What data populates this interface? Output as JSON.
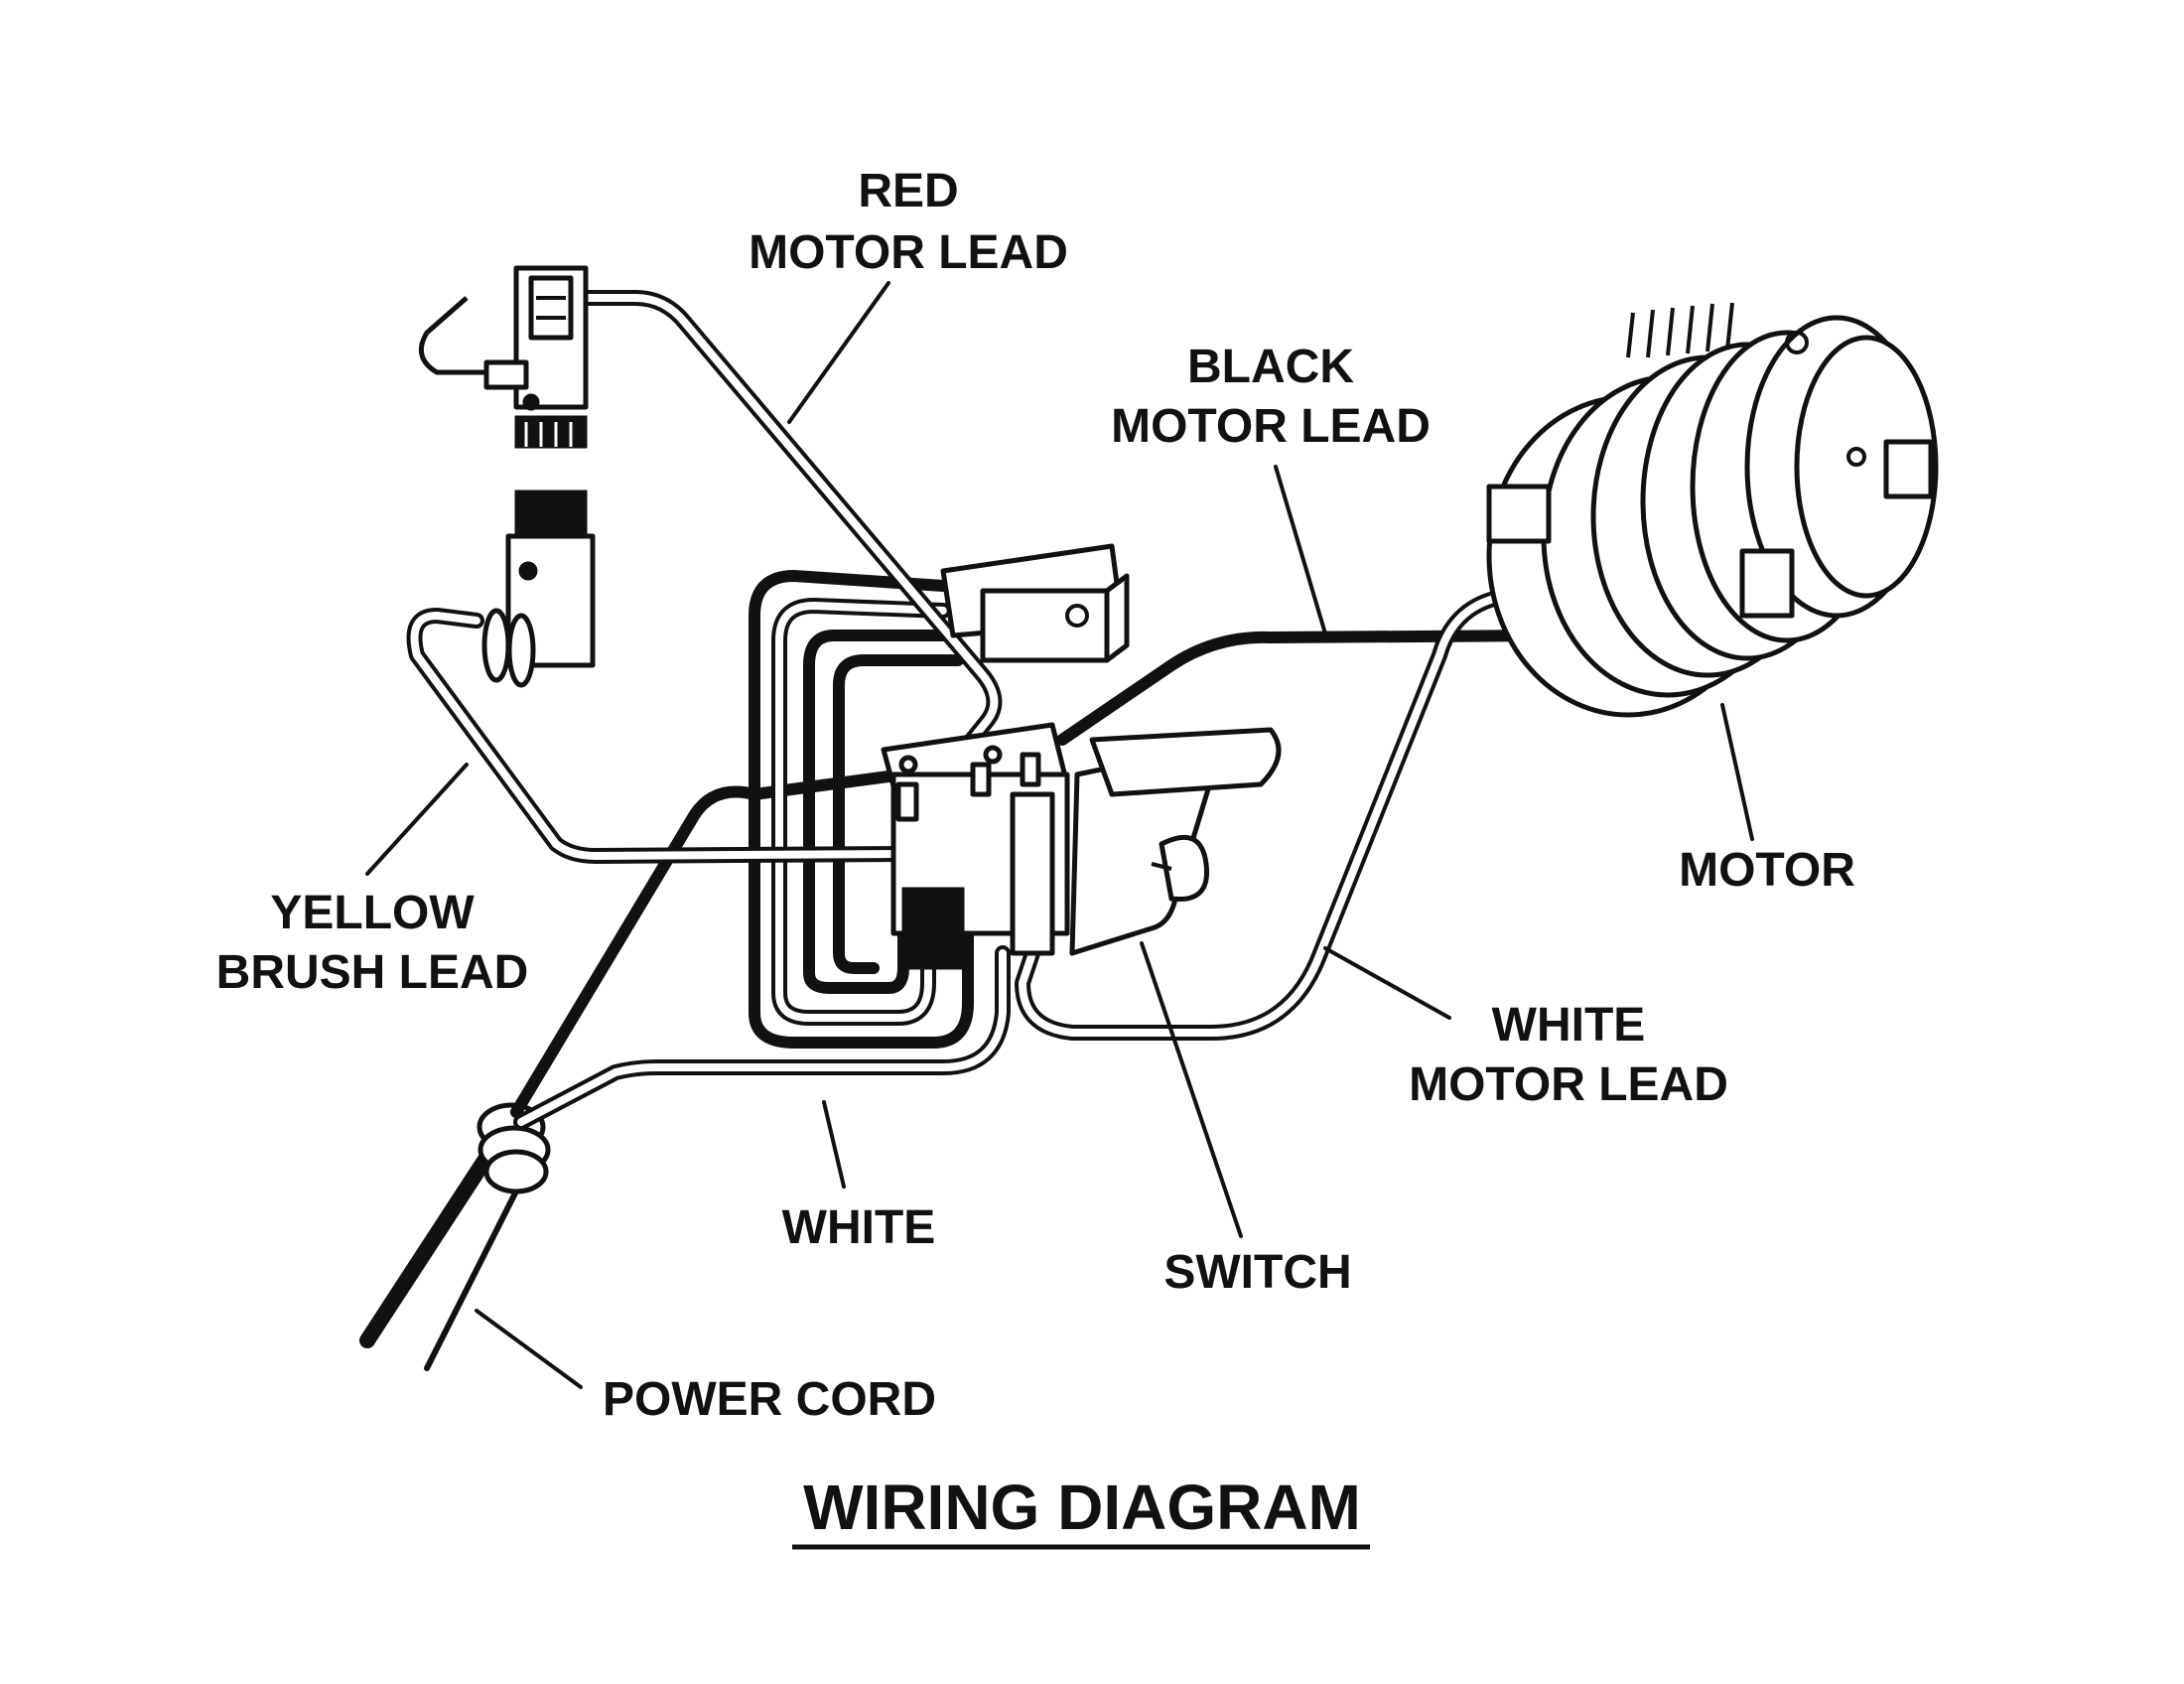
{
  "labels": {
    "red_line1": "RED",
    "red_line2": "MOTOR LEAD",
    "black_line1": "BLACK",
    "black_line2": "MOTOR LEAD",
    "yellow_line1": "YELLOW",
    "yellow_line2": "BRUSH LEAD",
    "motor": "MOTOR",
    "white_motor_line1": "WHITE",
    "white_motor_line2": "MOTOR LEAD",
    "white": "WHITE",
    "switch": "SWITCH",
    "power_cord": "POWER CORD"
  },
  "title": "WIRING DIAGRAM",
  "colors": {
    "ink": "#111111",
    "paper": "#ffffff"
  }
}
